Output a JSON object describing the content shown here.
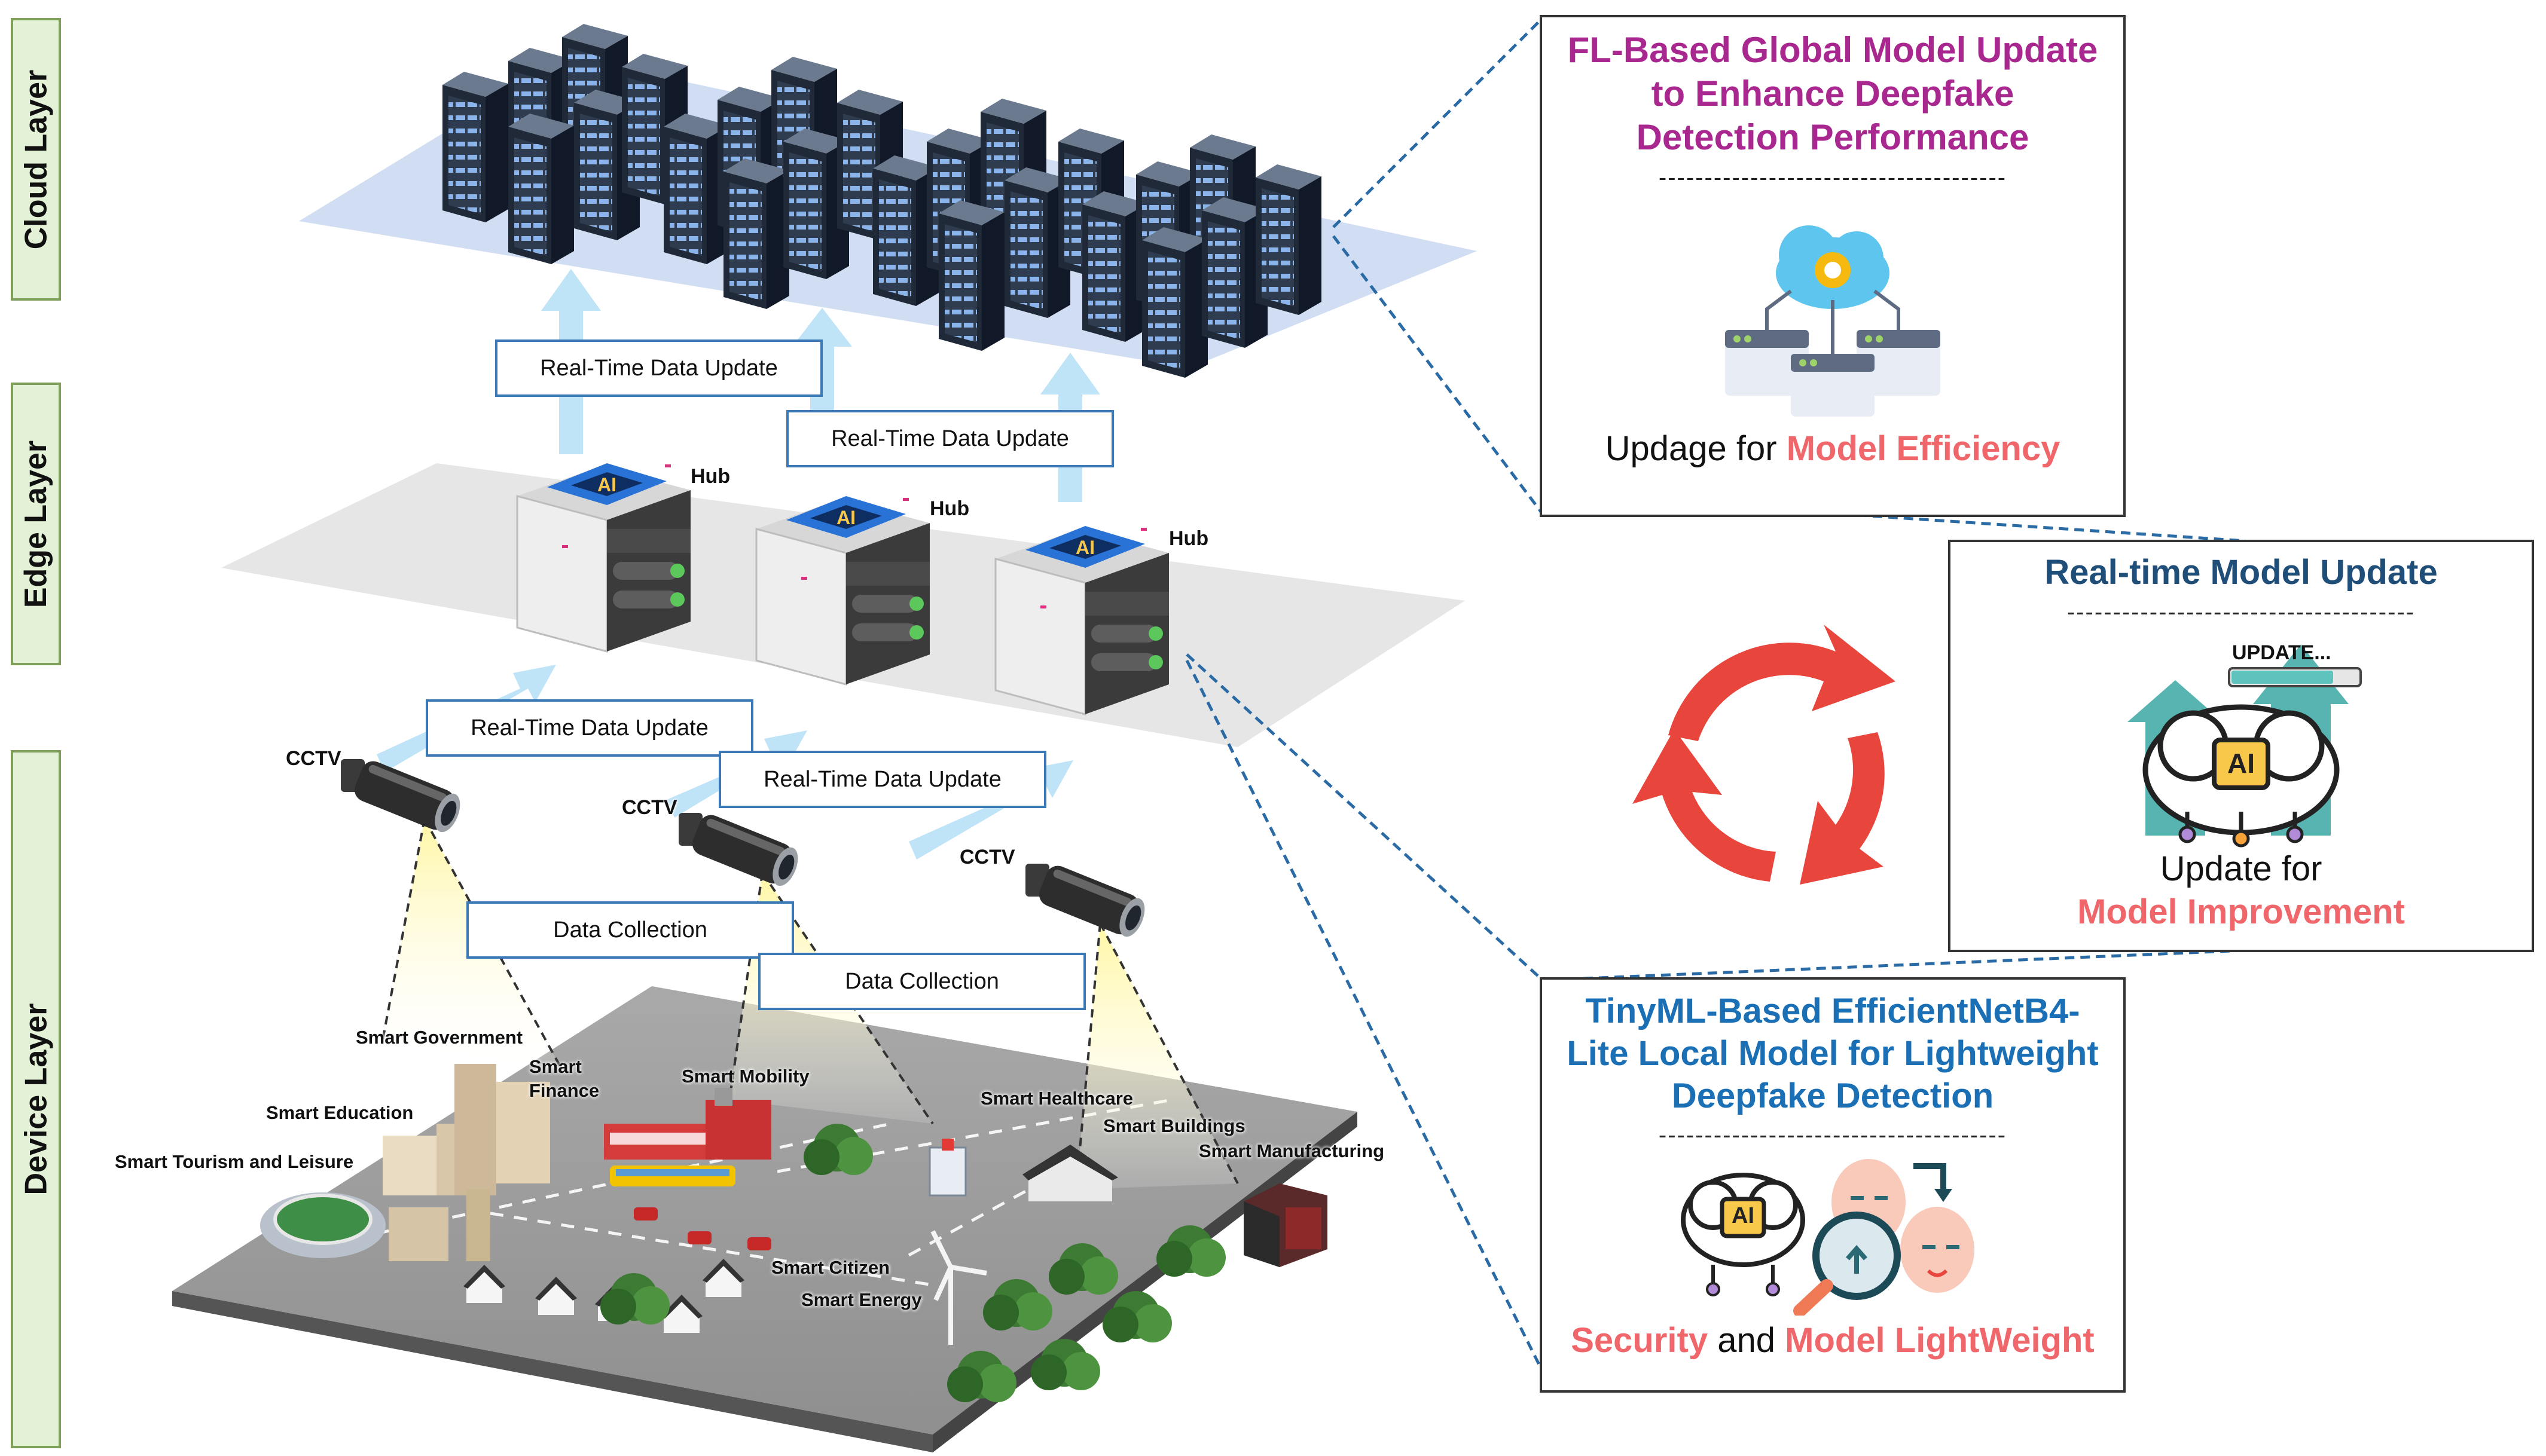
{
  "layers": {
    "cloud": "Cloud Layer",
    "edge": "Edge Layer",
    "device": "Device Layer"
  },
  "flows": {
    "cloud_update_1": "Real-Time Data Update",
    "cloud_update_2": "Real-Time Data Update",
    "edge_update_1": "Real-Time Data Update",
    "edge_update_2": "Real-Time Data Update",
    "collect_1": "Data Collection",
    "collect_2": "Data Collection"
  },
  "hubs": [
    "Hub",
    "Hub",
    "Hub"
  ],
  "cameras": [
    "CCTV",
    "CCTV",
    "CCTV"
  ],
  "city_labels": {
    "government": "Smart Government",
    "finance": "Smart\nFinance",
    "education": "Smart Education",
    "tourism": "Smart Tourism and Leisure",
    "mobility": "Smart Mobility",
    "healthcare": "Smart Healthcare",
    "buildings": "Smart Buildings",
    "manufacturing": "Smart Manufacturing",
    "citizen": "Smart Citizen",
    "energy": "Smart Energy"
  },
  "panels": {
    "global": {
      "title": "FL-Based Global Model Update to Enhance Deepfake Detection Performance",
      "divider": "--------------------------------------",
      "bottom_prefix": "Updage for ",
      "bottom_highlight": "Model Efficiency"
    },
    "realtime": {
      "title": "Real-time Model Update",
      "divider": "--------------------------------------",
      "badge": "UPDATE...",
      "chip": "AI",
      "bottom_line1": "Update for",
      "bottom_line2": "Model Improvement"
    },
    "local": {
      "title": "TinyML-Based EfficientNetB4-Lite Local Model for Lightweight Deepfake Detection",
      "divider": "--------------------------------------",
      "chip": "AI",
      "bottom_a": "Security",
      "bottom_mid": " and ",
      "bottom_b": "Model LightWeight"
    }
  },
  "chips": [
    "AI",
    "AI",
    "AI"
  ],
  "colors": {
    "global_title": "#a8288f",
    "realtime_title": "#1f4e79",
    "local_title": "#1b6fb5",
    "highlight": "#f0676b",
    "cycle": "#e8453c",
    "flow_arrow": "#bfe3f7",
    "connector": "#2a6aa5"
  }
}
